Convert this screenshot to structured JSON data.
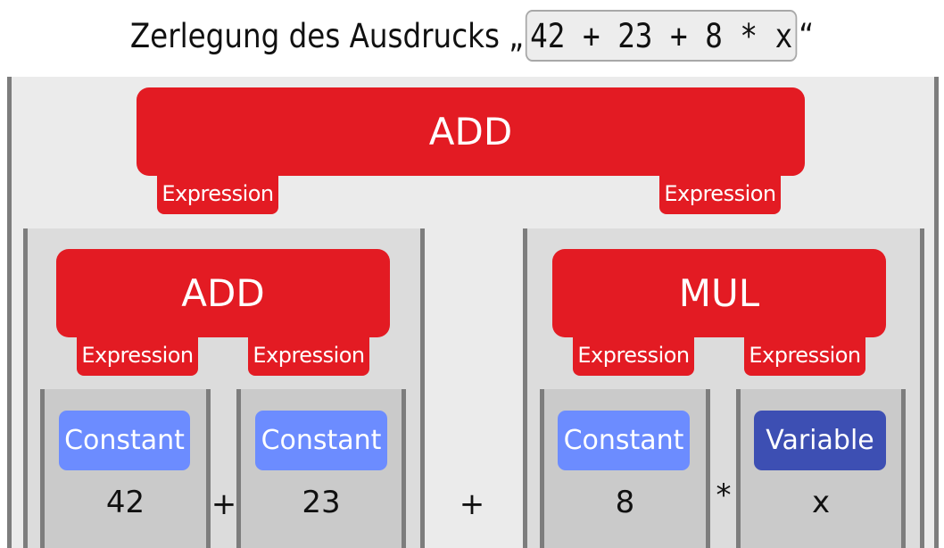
{
  "title": {
    "prefix": "Zerlegung des Ausdrucks „",
    "expression": "42 + 23 + 8 * x",
    "suffix": "“"
  },
  "root": {
    "label": "ADD",
    "left_tab": "Expression",
    "right_tab": "Expression",
    "operator": "+",
    "left": {
      "label": "ADD",
      "left_tab": "Expression",
      "right_tab": "Expression",
      "operator": "+",
      "left_leaf": {
        "type": "Constant",
        "value": "42"
      },
      "right_leaf": {
        "type": "Constant",
        "value": "23"
      }
    },
    "right": {
      "label": "MUL",
      "left_tab": "Expression",
      "right_tab": "Expression",
      "operator": "*",
      "left_leaf": {
        "type": "Constant",
        "value": "8"
      },
      "right_leaf": {
        "type": "Variable",
        "value": "x"
      }
    }
  },
  "colors": {
    "operator_node": "#e31b23",
    "constant_node": "#6c8cff",
    "variable_node": "#3d4fb3"
  }
}
